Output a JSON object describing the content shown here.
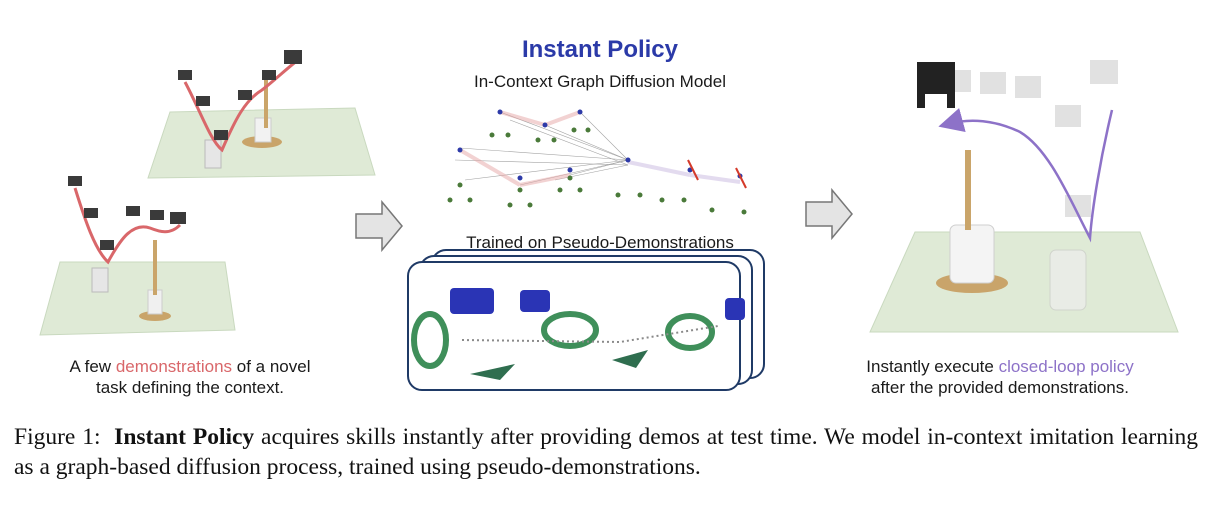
{
  "figure": {
    "title": "Instant Policy",
    "subtitle": "In-Context Graph Diffusion Model",
    "trained_label": "Trained on Pseudo-Demonstrations",
    "left_caption": {
      "pre": "A few ",
      "highlight": "demonstrations",
      "post": " of a novel",
      "line2": "task defining the context."
    },
    "right_caption": {
      "pre": "Instantly execute ",
      "highlight": "closed-loop policy",
      "line2": "after the provided demonstrations."
    },
    "colors": {
      "title": "#2b3aa8",
      "demo_trajectory": "#d9676a",
      "policy_trajectory": "#8d72c8",
      "table": "#dfead6",
      "frame": "#1f3a66"
    }
  },
  "caption": {
    "label": "Figure 1:",
    "bold": "Instant Policy",
    "rest": " acquires skills instantly after providing demos at test time. We model in-context imitation learning as a graph-based diffusion process, trained using pseudo-demonstrations."
  }
}
